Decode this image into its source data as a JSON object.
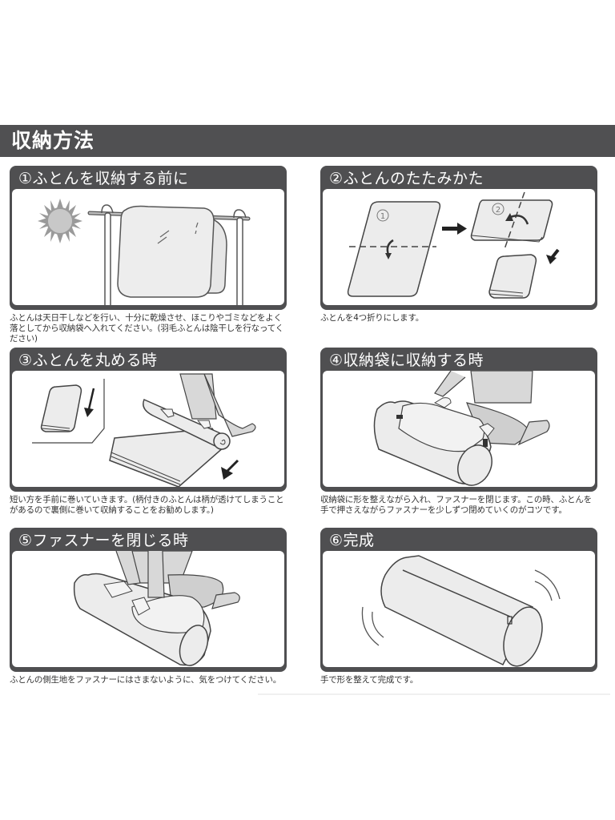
{
  "header": {
    "title": "収納方法"
  },
  "steps": [
    {
      "title": "①ふとんを収納する前に",
      "caption": "ふとんは天日干しなどを行い、十分に乾燥させ、ほこりやゴミなどをよく落としてから収納袋へ入れてください。(羽毛ふとんは陰干しを行なってください)",
      "illustration": "futon-drying-on-rack-in-sun"
    },
    {
      "title": "②ふとんのたたみかた",
      "caption": "ふとんを4つ折りにします。",
      "illustration": "futon-folding-diagram",
      "fold_labels": [
        "①",
        "②"
      ]
    },
    {
      "title": "③ふとんを丸める時",
      "caption": "短い方を手前に巻いていきます。(柄付きのふとんは柄が透けてしまうことがあるので裏側に巻いて収納することをお勧めします。)",
      "illustration": "rolling-futon"
    },
    {
      "title": "④収納袋に収納する時",
      "caption": "収納袋に形を整えながら入れ、ファスナーを閉じます。この時、ふとんを手で押さえながらファスナーを少しずつ閉めていくのがコツです。",
      "illustration": "putting-futon-in-bag"
    },
    {
      "title": "⑤ファスナーを閉じる時",
      "caption": "ふとんの側生地をファスナーにはさまないように、気をつけてください。",
      "illustration": "closing-zipper"
    },
    {
      "title": "⑥完成",
      "caption": "手で形を整えて完成です。",
      "illustration": "finished-rolled-bag"
    }
  ],
  "colors": {
    "header_bg": "#505052",
    "panel_frame": "#4f4f51",
    "illustration_fill": "#ececec",
    "illustration_stroke": "#444444",
    "caption_text": "#333333"
  }
}
